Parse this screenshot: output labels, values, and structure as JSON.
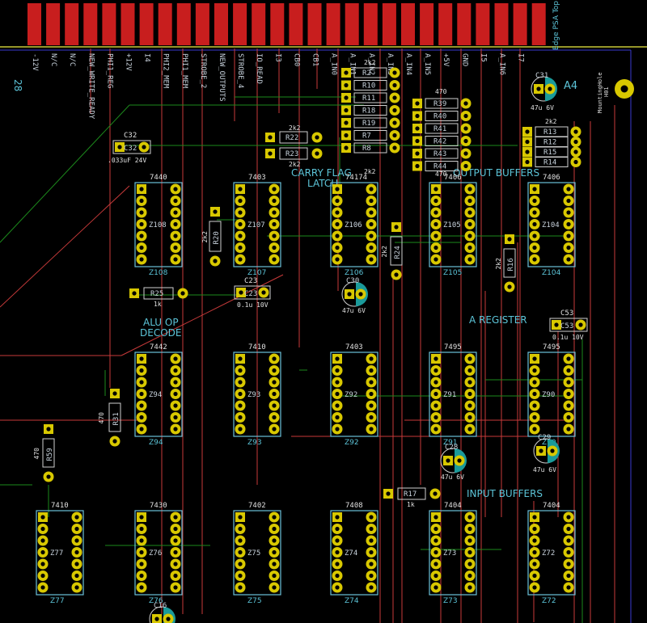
{
  "edge_label": "Edge PSA Top",
  "connector": {
    "pin_count_label": "28",
    "pins": [
      "-12V",
      "N/C",
      "N/C",
      "NEW_WRITE_READY",
      "PHI1_REG",
      "+12V",
      "I4",
      "PHI2_MEM",
      "PHI1_MEM",
      "STROBE_2",
      "NEW_OUTPUTS",
      "STROBE_4",
      "IO_READ",
      "I3",
      "CB0",
      "CB1",
      "A_IN0",
      "A_IN1",
      "A_IN2",
      "A_IN3",
      "A_IN4",
      "A_IN5",
      "+5V",
      "GND",
      "I5",
      "A_IN6",
      "I7"
    ]
  },
  "mounting_hole": {
    "ref": "H01",
    "label": "MountingHole",
    "sheet": "A4"
  },
  "sections": {
    "carry": [
      "CARRY FLAG",
      "LATCH"
    ],
    "output_buffers": "OUTPUT BUFFERS",
    "alu_decode": [
      "ALU OP",
      "DECODE"
    ],
    "a_register": "A REGISTER",
    "input_buffers": "INPUT BUFFERS"
  },
  "ics": [
    {
      "ref": "Z108",
      "part": "7440"
    },
    {
      "ref": "Z107",
      "part": "7403"
    },
    {
      "ref": "Z106",
      "part": "74174"
    },
    {
      "ref": "Z105",
      "part": "7406"
    },
    {
      "ref": "Z104",
      "part": "7406"
    },
    {
      "ref": "Z94",
      "part": "7442"
    },
    {
      "ref": "Z93",
      "part": "7410"
    },
    {
      "ref": "Z92",
      "part": "7403"
    },
    {
      "ref": "Z91",
      "part": "7495"
    },
    {
      "ref": "Z90",
      "part": "7495"
    },
    {
      "ref": "Z77",
      "part": "7410"
    },
    {
      "ref": "Z76",
      "part": "7430"
    },
    {
      "ref": "Z75",
      "part": "7402"
    },
    {
      "ref": "Z74",
      "part": "7408"
    },
    {
      "ref": "Z73",
      "part": "7404"
    },
    {
      "ref": "Z72",
      "part": "7404"
    }
  ],
  "resistors": [
    {
      "ref": "R20",
      "value": "2k2"
    },
    {
      "ref": "R24",
      "value": "2k2"
    },
    {
      "ref": "R16",
      "value": "2k2"
    },
    {
      "ref": "R25",
      "value": "1k"
    },
    {
      "ref": "R31",
      "value": "470"
    },
    {
      "ref": "R59",
      "value": "470"
    },
    {
      "ref": "R17",
      "value": "1k"
    },
    {
      "ref": "R22",
      "value": "2k2"
    },
    {
      "ref": "R23",
      "value": "2k2"
    }
  ],
  "resistor_array_left": {
    "top_label": "2k2",
    "bottom_label": "2k2",
    "refs": [
      "R2",
      "R10",
      "R11",
      "R18",
      "R19",
      "R7",
      "R8"
    ]
  },
  "resistor_array_mid": {
    "top_label": "470",
    "bottom_label": "470",
    "refs": [
      "R39",
      "R40",
      "R41",
      "R42",
      "R43",
      "R44"
    ]
  },
  "resistor_array_right": {
    "top_label": "2k2",
    "refs": [
      "R13",
      "R12",
      "R15",
      "R14"
    ]
  },
  "capacitors": [
    {
      "ref": "C32",
      "value": ".033uF 24V"
    },
    {
      "ref": "C23",
      "value": "0.1u 10V"
    },
    {
      "ref": "C53",
      "value": "0.1u 10V"
    },
    {
      "ref": "C31",
      "value": "47u 6V"
    },
    {
      "ref": "C30",
      "value": "47u 6V"
    },
    {
      "ref": "C28",
      "value": "47u 6V"
    },
    {
      "ref": "C29",
      "value": "47u 6V"
    },
    {
      "ref": "C16",
      "value": ""
    }
  ]
}
